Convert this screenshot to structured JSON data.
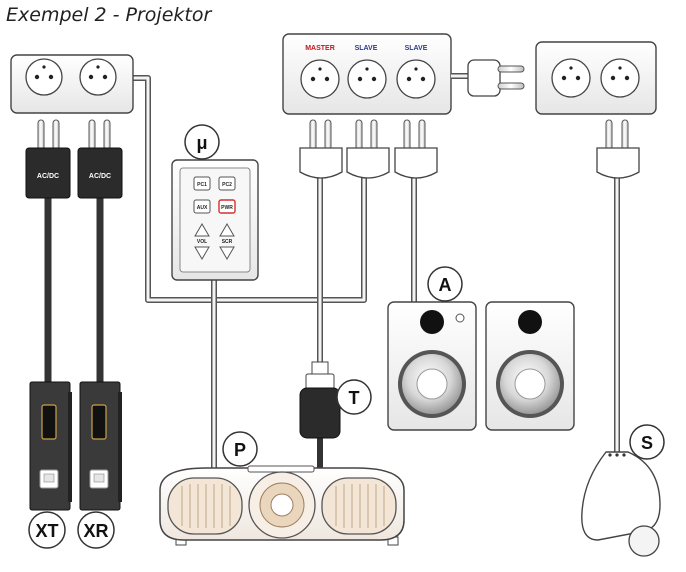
{
  "title": "Exempel 2 - Projektor",
  "power_strip": {
    "labels": [
      {
        "text": "MASTER",
        "color": "#c0161d"
      },
      {
        "text": "SLAVE",
        "color": "#2a3a8c"
      },
      {
        "text": "SLAVE",
        "color": "#2a3a8c"
      }
    ]
  },
  "adapter_label": "AC/DC",
  "remote_keys": [
    "PC1",
    "PC2",
    "AUX",
    "PWR",
    "VOL",
    "SCR"
  ],
  "callouts": {
    "remote": "μ",
    "speakers": "A",
    "transformer": "T",
    "projector": "P",
    "screen": "S",
    "transmitter": "XT",
    "receiver": "XR"
  },
  "colors": {
    "cable": "#333333",
    "outline": "#444444",
    "master": "#c0161d",
    "slave": "#2a3a8c",
    "pwr_key": "#d23030"
  }
}
